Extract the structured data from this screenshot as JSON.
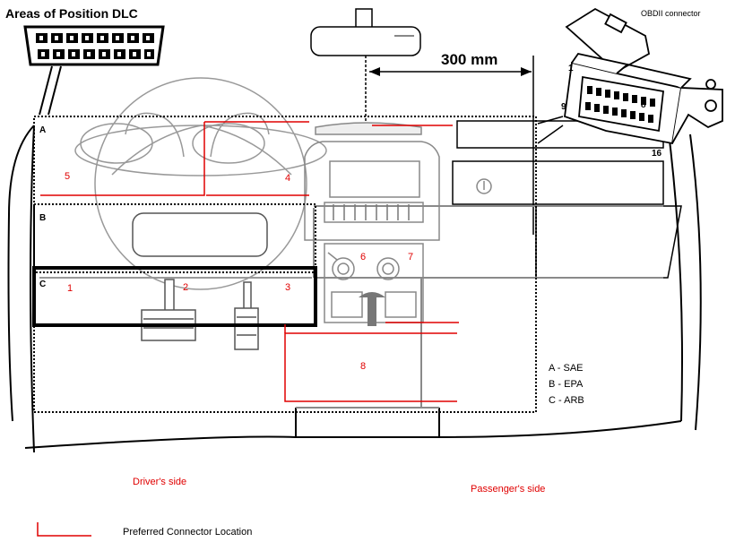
{
  "title": "Areas of Position DLC",
  "dimension_label": "300 mm",
  "connector_inset": {
    "title": "OBDII connector",
    "pins": [
      "1",
      "9",
      "8",
      "16"
    ]
  },
  "zones": {
    "A": "A",
    "B": "B",
    "C": "C"
  },
  "location_numbers": {
    "driver_1": "1",
    "driver_2": "2",
    "driver_3": "3",
    "driver_4": "4",
    "driver_5": "5",
    "center_6": "6",
    "center_7": "7",
    "center_8": "8"
  },
  "legend": {
    "items": [
      "A - SAE",
      "B - EPA",
      "C - ARB"
    ]
  },
  "side_labels": {
    "driver": "Driver's side",
    "passenger": "Passenger's side"
  },
  "preferred_location": {
    "label": "Preferred Connector Location",
    "color": "#e00000"
  },
  "colors": {
    "outline": "#000000",
    "red": "#e00000",
    "gray": "#8a8a8a"
  }
}
